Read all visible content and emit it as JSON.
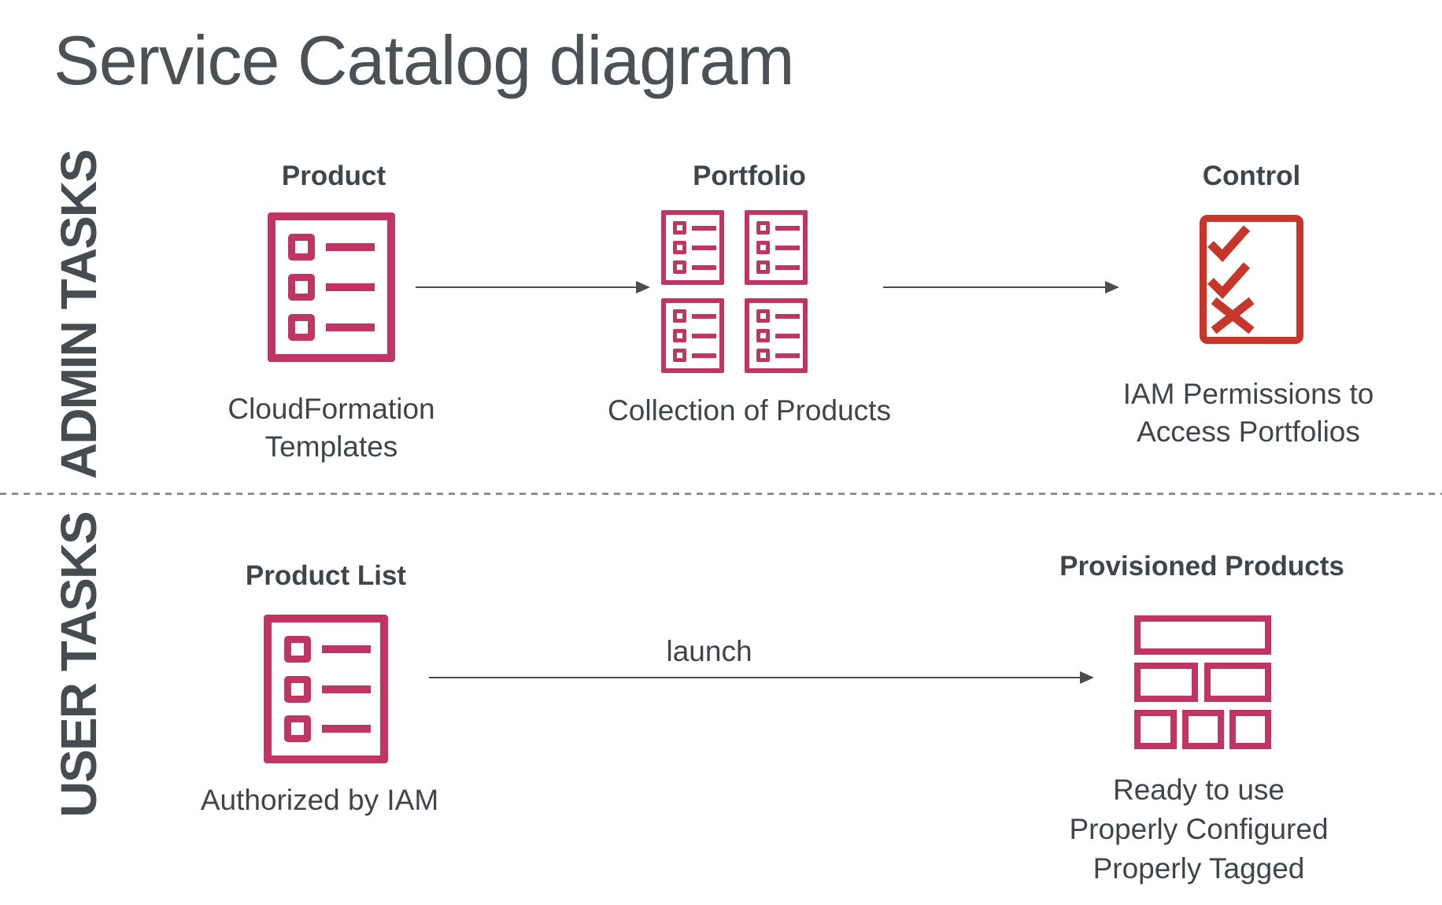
{
  "title": "Service Catalog diagram",
  "admin": {
    "label": "ADMIN TASKS",
    "product": {
      "heading": "Product",
      "caption": "CloudFormation\nTemplates"
    },
    "portfolio": {
      "heading": "Portfolio",
      "caption": "Collection of Products"
    },
    "control": {
      "heading": "Control",
      "caption": "IAM Permissions to\nAccess Portfolios"
    }
  },
  "user": {
    "label": "USER TASKS",
    "product_list": {
      "heading": "Product List",
      "caption": "Authorized by IAM"
    },
    "launch_label": "launch",
    "provisioned": {
      "heading": "Provisioned Products",
      "caption": "Ready to use\nProperly Configured\nProperly Tagged"
    }
  },
  "icons": {
    "product": "list-document-icon",
    "portfolio": "list-document-grid-icon",
    "control": "checklist-icon",
    "product_list": "list-document-icon",
    "provisioned": "stacked-blocks-icon"
  },
  "colors": {
    "pink": "#C13563",
    "red": "#C7352B",
    "text": "#3F4549",
    "title": "#4B5154",
    "arrow": "#4A4C4E",
    "divider": "#8F8F8F"
  }
}
